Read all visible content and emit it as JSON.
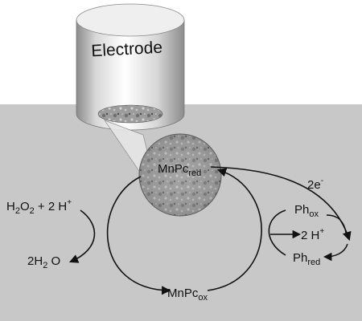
{
  "electrode": {
    "label": "Electrode"
  },
  "labels": {
    "mnpc_red": {
      "base": "MnPc",
      "sub": "red"
    },
    "mnpc_ox": {
      "base": "MnPc",
      "sub": "ox"
    },
    "h2o2": {
      "h": "H",
      "two_a": "2",
      "o": "O",
      "two_b": "2",
      "plus": " + 2 H",
      "charge": "+"
    },
    "water": {
      "two": "2H",
      "sub": "2",
      "o": " O"
    },
    "electrons": {
      "base": "2e",
      "sup": "-"
    },
    "ph_ox": {
      "base": "Ph",
      "sub": "ox"
    },
    "protons": {
      "base": "2 H",
      "sup": "+"
    },
    "ph_red": {
      "base": "Ph",
      "sub": "red"
    }
  },
  "colors": {
    "panel": "#c8c8c8",
    "arrow": "#111111",
    "electrode_light": "#f4f4f4",
    "electrode_dark": "#9a9a9a"
  }
}
